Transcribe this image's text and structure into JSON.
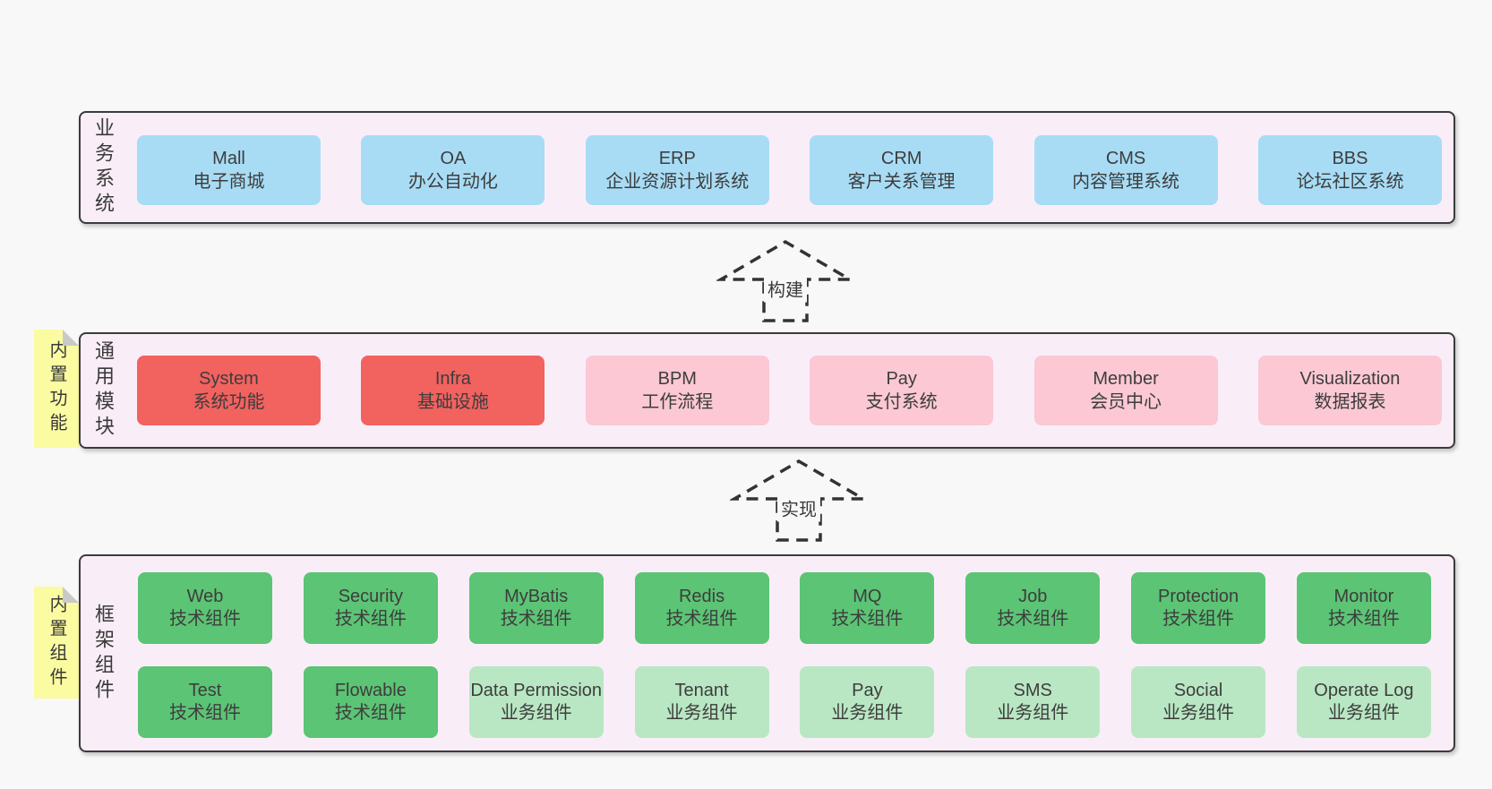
{
  "colors": {
    "page_bg": "#f8f8f8",
    "panel_bg": "#f9eef8",
    "panel_border": "#3b3b3b",
    "blue": "#a8dcf5",
    "red": "#f2625f",
    "pink": "#fbc8d3",
    "green": "#5cc475",
    "green_light": "#b9e7c3",
    "sticky_yellow": "#fbfba1",
    "fold_gray": "#c9c9c9",
    "text": "#3d3d3d",
    "dash": "#333333"
  },
  "diagram": {
    "panels": {
      "business": {
        "label": "业务系统",
        "boxes": [
          {
            "title": "Mall",
            "subtitle": "电子商城",
            "variant": "blue"
          },
          {
            "title": "OA",
            "subtitle": "办公自动化",
            "variant": "blue"
          },
          {
            "title": "ERP",
            "subtitle": "企业资源计划系统",
            "variant": "blue"
          },
          {
            "title": "CRM",
            "subtitle": "客户关系管理",
            "variant": "blue"
          },
          {
            "title": "CMS",
            "subtitle": "内容管理系统",
            "variant": "blue"
          },
          {
            "title": "BBS",
            "subtitle": "论坛社区系统",
            "variant": "blue"
          }
        ]
      },
      "modules": {
        "label": "通用模块",
        "sticky": "内置功能",
        "boxes": [
          {
            "title": "System",
            "subtitle": "系统功能",
            "variant": "red"
          },
          {
            "title": "Infra",
            "subtitle": "基础设施",
            "variant": "red"
          },
          {
            "title": "BPM",
            "subtitle": "工作流程",
            "variant": "pink"
          },
          {
            "title": "Pay",
            "subtitle": "支付系统",
            "variant": "pink"
          },
          {
            "title": "Member",
            "subtitle": "会员中心",
            "variant": "pink"
          },
          {
            "title": "Visualization",
            "subtitle": "数据报表",
            "variant": "pink"
          }
        ]
      },
      "framework": {
        "label": "框架组件",
        "sticky": "内置组件",
        "row1": [
          {
            "title": "Web",
            "subtitle": "技术组件",
            "variant": "green"
          },
          {
            "title": "Security",
            "subtitle": "技术组件",
            "variant": "green"
          },
          {
            "title": "MyBatis",
            "subtitle": "技术组件",
            "variant": "green"
          },
          {
            "title": "Redis",
            "subtitle": "技术组件",
            "variant": "green"
          },
          {
            "title": "MQ",
            "subtitle": "技术组件",
            "variant": "green"
          },
          {
            "title": "Job",
            "subtitle": "技术组件",
            "variant": "green"
          },
          {
            "title": "Protection",
            "subtitle": "技术组件",
            "variant": "green"
          },
          {
            "title": "Monitor",
            "subtitle": "技术组件",
            "variant": "green"
          }
        ],
        "row2": [
          {
            "title": "Test",
            "subtitle": "技术组件",
            "variant": "green"
          },
          {
            "title": "Flowable",
            "subtitle": "技术组件",
            "variant": "green"
          },
          {
            "title": "Data Permission",
            "subtitle": "业务组件",
            "variant": "green-light"
          },
          {
            "title": "Tenant",
            "subtitle": "业务组件",
            "variant": "green-light"
          },
          {
            "title": "Pay",
            "subtitle": "业务组件",
            "variant": "green-light"
          },
          {
            "title": "SMS",
            "subtitle": "业务组件",
            "variant": "green-light"
          },
          {
            "title": "Social",
            "subtitle": "业务组件",
            "variant": "green-light"
          },
          {
            "title": "Operate Log",
            "subtitle": "业务组件",
            "variant": "green-light"
          }
        ]
      }
    },
    "arrows": [
      {
        "label": "构建"
      },
      {
        "label": "实现"
      }
    ]
  }
}
